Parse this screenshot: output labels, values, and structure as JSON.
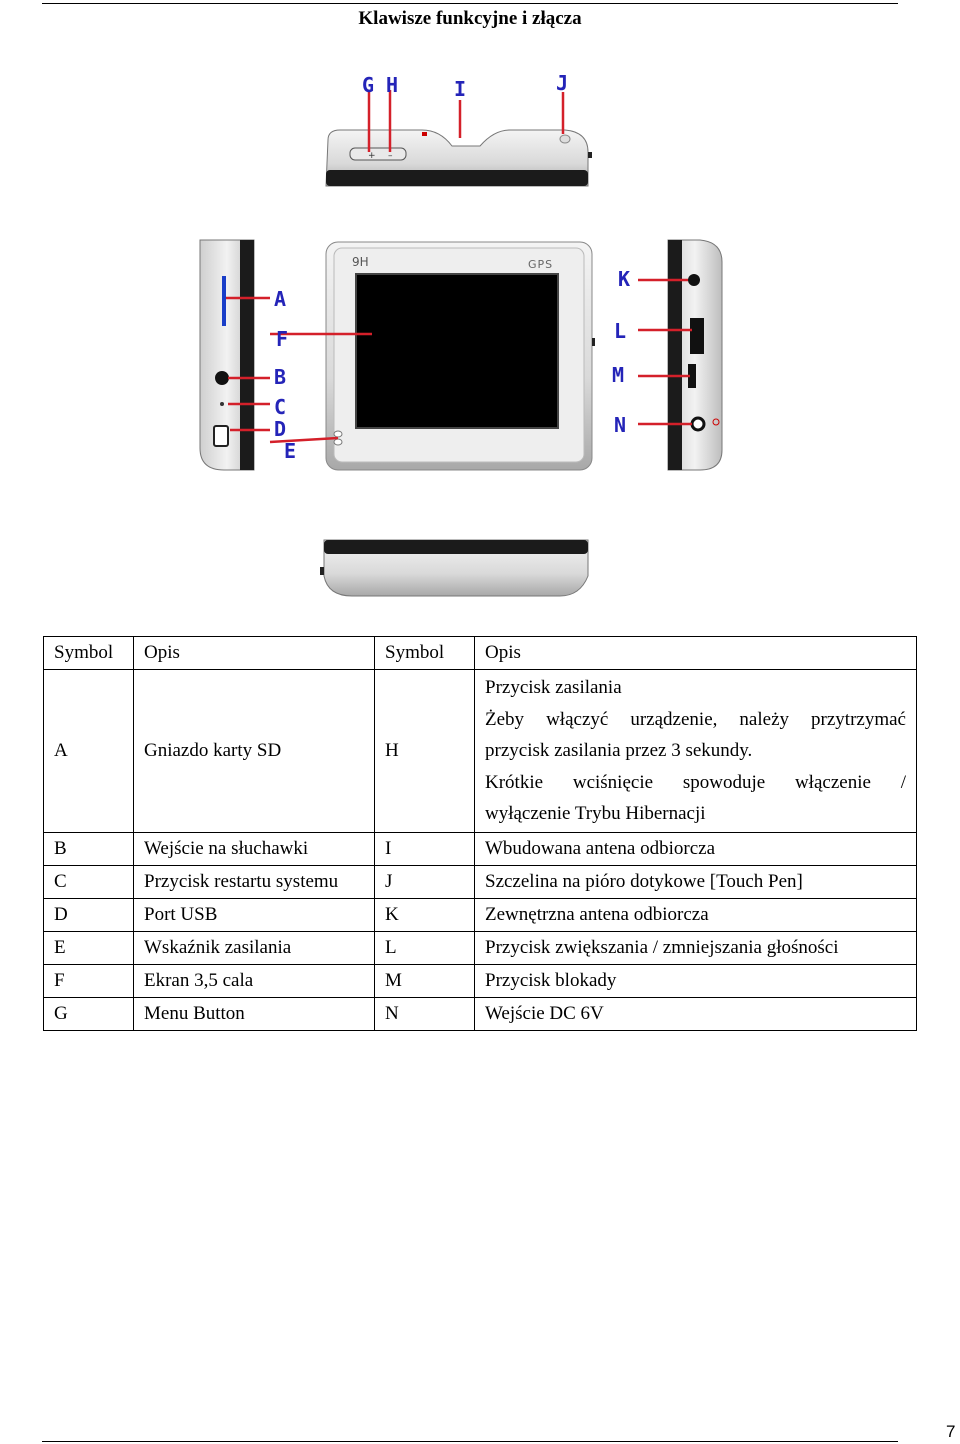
{
  "page": {
    "title": "Klawisze funkcyjne i złącza",
    "number": "7"
  },
  "figure": {
    "callouts": {
      "G": "G",
      "H": "H",
      "I": "I",
      "J": "J",
      "A": "A",
      "F": "F",
      "B": "B",
      "C": "C",
      "D": "D",
      "E": "E",
      "K": "K",
      "L": "L",
      "M": "M",
      "N": "N"
    },
    "screen_logo": "9H",
    "brand_label": "GPS"
  },
  "table": {
    "headers": [
      "Symbol",
      "Opis",
      "Symbol",
      "Opis"
    ],
    "first_row": {
      "symbol1": "A",
      "desc1": "Gniazdo karty SD",
      "symbol2": "H",
      "desc2_lines": [
        "Przycisk zasilania",
        "Żeby włączyć urządzenie, należy przytrzymać",
        "przycisk zasilania przez 3 sekundy.",
        "Krótkie wciśnięcie spowoduje włączenie /",
        "wyłączenie Trybu Hibernacji"
      ]
    },
    "rows": [
      {
        "symbol1": "B",
        "desc1": "Wejście na słuchawki",
        "symbol2": "I",
        "desc2": "Wbudowana antena odbiorcza"
      },
      {
        "symbol1": "C",
        "desc1": "Przycisk restartu systemu",
        "symbol2": "J",
        "desc2": "Szczelina na pióro dotykowe [Touch Pen]"
      },
      {
        "symbol1": "D",
        "desc1": "Port USB",
        "symbol2": "K",
        "desc2": "Zewnętrzna antena odbiorcza"
      },
      {
        "symbol1": "E",
        "desc1": "Wskaźnik zasilania",
        "symbol2": "L",
        "desc2": "Przycisk zwiększania / zmniejszania głośności"
      },
      {
        "symbol1": "F",
        "desc1": "Ekran 3,5 cala",
        "symbol2": "M",
        "desc2": "Przycisk blokady"
      },
      {
        "symbol1": "G",
        "desc1": "Menu Button",
        "symbol2": "N",
        "desc2": "Wejście DC 6V"
      }
    ]
  }
}
